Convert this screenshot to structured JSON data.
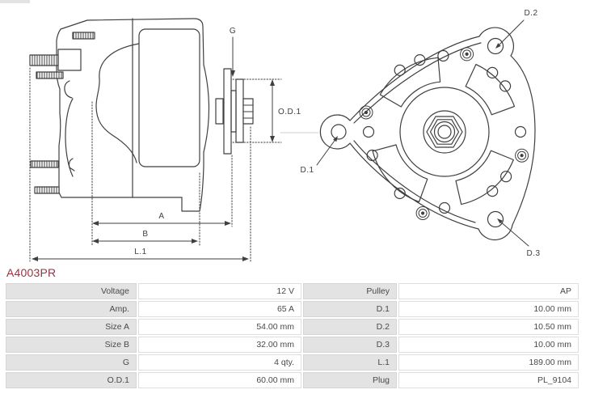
{
  "part": {
    "number": "A4003PR",
    "accent_color": "#a12f3e"
  },
  "diagram": {
    "stroke_color": "#3f3f3f",
    "side_view": {
      "labels": {
        "g": "G",
        "od1": "O.D.1",
        "a": "A",
        "b": "B",
        "l1": "L.1"
      }
    },
    "rear_view": {
      "labels": {
        "d1": "D.1",
        "d2": "D.2",
        "d3": "D.3"
      }
    }
  },
  "spec_table": {
    "rows": [
      {
        "label_left": "Voltage",
        "value_left": "12 V",
        "label_right": "Pulley",
        "value_right": "AP"
      },
      {
        "label_left": "Amp.",
        "value_left": "65 A",
        "label_right": "D.1",
        "value_right": "10.00 mm"
      },
      {
        "label_left": "Size A",
        "value_left": "54.00 mm",
        "label_right": "D.2",
        "value_right": "10.50 mm"
      },
      {
        "label_left": "Size B",
        "value_left": "32.00 mm",
        "label_right": "D.3",
        "value_right": "10.00 mm"
      },
      {
        "label_left": "G",
        "value_left": "4 qty.",
        "label_right": "L.1",
        "value_right": "189.00 mm"
      },
      {
        "label_left": "O.D.1",
        "value_left": "60.00 mm",
        "label_right": "Plug",
        "value_right": "PL_9104"
      }
    ]
  }
}
